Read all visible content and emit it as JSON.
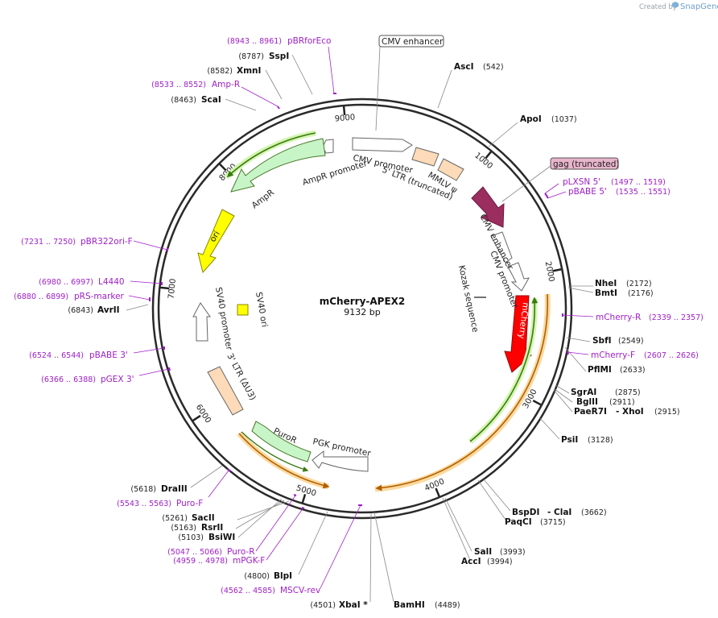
{
  "watermark": {
    "prefix": "Created by",
    "brand": "SnapGene"
  },
  "map": {
    "name": "mCherry-APEX2",
    "length_label": "9132 bp",
    "total_bp": 9132,
    "ruler": [
      {
        "label": "1000",
        "bp": 1000
      },
      {
        "label": "2000",
        "bp": 2000
      },
      {
        "label": "3000",
        "bp": 3000
      },
      {
        "label": "4000",
        "bp": 4000
      },
      {
        "label": "5000",
        "bp": 5000
      },
      {
        "label": "6000",
        "bp": 6000
      },
      {
        "label": "7000",
        "bp": 7000
      },
      {
        "label": "8000",
        "bp": 8000
      },
      {
        "label": "9000",
        "bp": 9000
      }
    ]
  },
  "enzymes": [
    {
      "name": "AscI",
      "pos": "(542)"
    },
    {
      "name": "ApoI",
      "pos": "(1037)"
    },
    {
      "name": "NheI",
      "pos": "(2172)"
    },
    {
      "name": "BmtI",
      "pos": "(2176)"
    },
    {
      "name": "SbfI",
      "pos": "(2549)"
    },
    {
      "name": "PflMI",
      "pos": "(2633)"
    },
    {
      "name": "SgrAI",
      "pos": "(2875)"
    },
    {
      "name": "BglII",
      "pos": "(2911)"
    },
    {
      "name": "PaeR7I",
      "name2": "- XhoI",
      "pos": "(2915)"
    },
    {
      "name": "PsiI",
      "pos": "(3128)"
    },
    {
      "name": "BspDI",
      "name2": "- ClaI",
      "pos": "(3662)"
    },
    {
      "name": "PaqCI",
      "pos": "(3715)"
    },
    {
      "name": "SalI",
      "pos": "(3993)"
    },
    {
      "name": "AccI",
      "pos": "(3994)"
    },
    {
      "name": "BamHI",
      "pos": "(4489)"
    },
    {
      "name": "XbaI *",
      "pos": "(4501)"
    },
    {
      "name": "BlpI",
      "pos": "(4800)"
    },
    {
      "name": "BsiWI",
      "pos": "(5103)"
    },
    {
      "name": "RsrII",
      "pos": "(5163)"
    },
    {
      "name": "SacII",
      "pos": "(5261)"
    },
    {
      "name": "DraIII",
      "pos": "(5618)"
    },
    {
      "name": "AvrII",
      "pos": "(6843)"
    },
    {
      "name": "ScaI",
      "pos": "(8463)"
    },
    {
      "name": "XmnI",
      "pos": "(8582)"
    },
    {
      "name": "SspI",
      "pos": "(8787)"
    }
  ],
  "primers": [
    {
      "name": "pLXSN 5'",
      "range": "(1497 .. 1519)"
    },
    {
      "name": "pBABE 5'",
      "range": "(1535 .. 1551)"
    },
    {
      "name": "mCherry-R",
      "range": "(2339 .. 2357)"
    },
    {
      "name": "mCherry-F",
      "range": "(2607 .. 2626)"
    },
    {
      "name": "MSCV-rev",
      "range": "(4562 .. 4585)"
    },
    {
      "name": "mPGK-F",
      "range": "(4959 .. 4978)"
    },
    {
      "name": "Puro-R",
      "range": "(5047 .. 5066)"
    },
    {
      "name": "Puro-F",
      "range": "(5543 .. 5563)"
    },
    {
      "name": "pGEX 3'",
      "range": "(6366 .. 6388)"
    },
    {
      "name": "pBABE 3'",
      "range": "(6524 .. 6544)"
    },
    {
      "name": "pRS-marker",
      "range": "(6880 .. 6899)"
    },
    {
      "name": "L4440",
      "range": "(6980 .. 6997)"
    },
    {
      "name": "pBR322ori-F",
      "range": "(7231 .. 7250)"
    },
    {
      "name": "Amp-R",
      "range": "(8533 .. 8552)"
    },
    {
      "name": "pBRforEco",
      "range": "(8943 .. 8961)"
    }
  ],
  "features": {
    "cmv_enhancer_box": "CMV enhancer",
    "gag_box": "gag (truncated)",
    "cmv_promoter": "CMV promoter",
    "ltr5": "5' LTR (truncated)",
    "mmlv_psi": "MMLV ψ",
    "ampr_promoter": "AmpR promoter",
    "ampr": "AmpR",
    "ori": "ori",
    "sv40_ori": "SV40 ori",
    "sv40_promoter": "SV40 promoter",
    "ltr3": "3' LTR (ΔU3)",
    "puror": "PuroR",
    "pgk_promoter": "PGK promoter",
    "cmv_enhancer_inner": "CMV enhancer",
    "cmv_promoter_inner": "CMV promoter",
    "kozak": "Kozak sequence",
    "mcherry": "mCherry"
  },
  "colors": {
    "backbone": "#2a2a2a",
    "primer": "#a020c8",
    "mcherry": "#ff0000",
    "gag": "#9b2d5f",
    "ampr": "#c8f5c8",
    "ori": "#ffff00",
    "ltr": "#fddbb8",
    "orf": "#ff9900",
    "orf_inner": "#5f9f1f"
  }
}
